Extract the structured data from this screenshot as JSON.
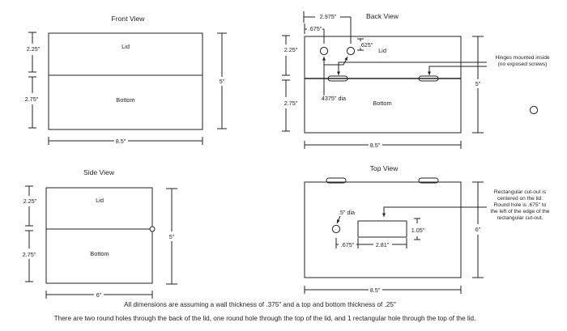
{
  "front_view": {
    "title": "Front View",
    "lid_label": "Lid",
    "bottom_label": "Bottom",
    "dim_lid_height": "2.25\"",
    "dim_bottom_height": "2.75\"",
    "dim_total_height": "5\"",
    "dim_width": "8.5\""
  },
  "back_view": {
    "title": "Back View",
    "lid_label": "Lid",
    "bottom_label": "Bottom",
    "dim_hole2_offset": "2.975\"",
    "dim_hole1_offset": ".675\"",
    "dim_hole_height": ".625\"",
    "dim_hole_dia": "4375\" dia",
    "dim_lid_height": "2.25\"",
    "dim_bottom_height": "2.75\"",
    "dim_total_height": "5\"",
    "dim_width": "8.5\"",
    "hinge_note_line1": "Hinges mounted inside",
    "hinge_note_line2": "(no exposed screws)"
  },
  "side_view": {
    "title": "Side View",
    "lid_label": "Lid",
    "bottom_label": "Bottom",
    "dim_lid_height": "2.25\"",
    "dim_bottom_height": "2.75\"",
    "dim_total_height": "5\"",
    "dim_width": "6\""
  },
  "top_view": {
    "title": "Top View",
    "dim_hole_dia": ".5\" dia",
    "dim_hole_offset": ".675\"",
    "dim_cutout_width": "2.81\"",
    "dim_cutout_height": "1.05\"",
    "dim_depth": "6\"",
    "dim_width": "8.5\"",
    "note_lines": [
      "Rectangular cut-out is",
      "centered on the lid.",
      "Round hole is .675\" to",
      "the left of the edge of the",
      "rectangular cut-out."
    ]
  },
  "footer": {
    "line1": "All dimensions are assuming a wall thickness of .375\" and a top and bottom thickness of .25\"",
    "line2": "There are two round holes through the back of the lid, one round hole through the top of the lid, and 1 rectangular hole through the top of the lid."
  }
}
